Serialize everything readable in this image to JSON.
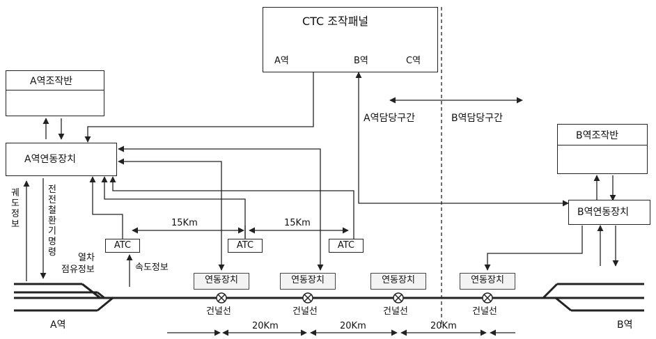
{
  "ctc_panel": {
    "title": "CTC  조작패널",
    "stations": [
      "A역",
      "B역",
      "C역"
    ]
  },
  "a_console": {
    "title": "A역조작반"
  },
  "b_console": {
    "title": "B역조작반"
  },
  "a_interlock": {
    "title": "A역연동장치"
  },
  "b_interlock": {
    "title": "B역연동장치"
  },
  "zones": {
    "a": "A역담당구간",
    "b": "B역담당구간"
  },
  "side_labels": {
    "track_info": "궤도정보",
    "route_cmd": "전전철환기명령",
    "occupancy_line1": "열차",
    "occupancy_line2": "점유정보",
    "speed_info": "속도정보"
  },
  "atc": {
    "label": "ATC"
  },
  "distances": {
    "d15": "15Km",
    "d20": "20Km"
  },
  "interlock_device": {
    "label": "연동장치"
  },
  "crossing": {
    "label": "건널선"
  },
  "stations": {
    "a": "A역",
    "b": "B역"
  }
}
